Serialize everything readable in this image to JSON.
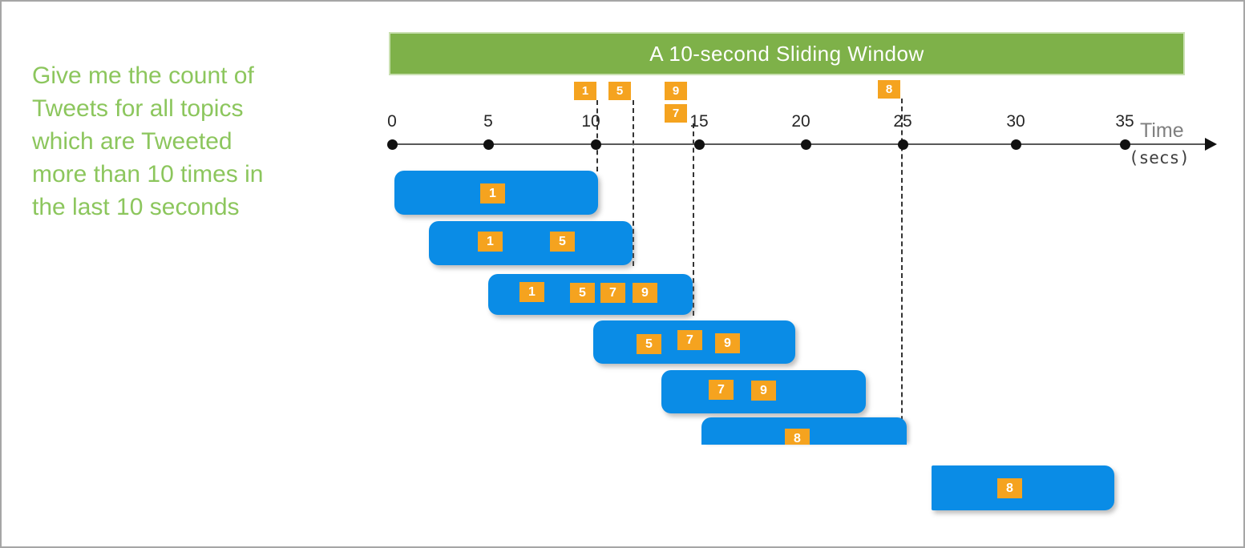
{
  "query": {
    "full_text": "Give me the count of Tweets for all topics which are Tweeted more than 10 times in the last 10 seconds",
    "lines": [
      "Give me the count of",
      "Tweets for all topics",
      "which are Tweeted",
      "more than 10 times in",
      "the last 10 seconds"
    ],
    "text_color": "#8cc65d"
  },
  "banner": {
    "label": "A 10-second Sliding Window",
    "background_color": "#7eb149",
    "text_color": "#ffffff"
  },
  "timeline": {
    "ticks": [
      "0",
      "5",
      "10",
      "15",
      "20",
      "25",
      "30",
      "35"
    ],
    "axis_label": "Time",
    "axis_unit": "(secs)",
    "line_color": "#595959",
    "dot_color": "#111111"
  },
  "event_stream": {
    "marker_color": "#f5a31f",
    "markers": [
      {
        "label": "1"
      },
      {
        "label": "5"
      },
      {
        "label": "9"
      },
      {
        "label": "7"
      },
      {
        "label": "8"
      }
    ]
  },
  "windows": [
    {
      "events": [
        {
          "label": "1"
        }
      ]
    },
    {
      "events": [
        {
          "label": "1"
        },
        {
          "label": "5"
        }
      ]
    },
    {
      "events": [
        {
          "label": "1"
        },
        {
          "label": "5"
        },
        {
          "label": "7"
        },
        {
          "label": "9"
        }
      ]
    },
    {
      "events": [
        {
          "label": "5"
        },
        {
          "label": "7"
        },
        {
          "label": "9"
        }
      ]
    },
    {
      "events": [
        {
          "label": "7"
        },
        {
          "label": "9"
        }
      ]
    },
    {
      "events": [
        {
          "label": "8"
        }
      ]
    },
    {
      "events": [
        {
          "label": "8"
        }
      ]
    }
  ],
  "colors": {
    "window_blue": "#0a8ce6",
    "event_orange": "#f5a31f",
    "banner_green": "#7eb149",
    "query_green": "#8cc65d"
  }
}
